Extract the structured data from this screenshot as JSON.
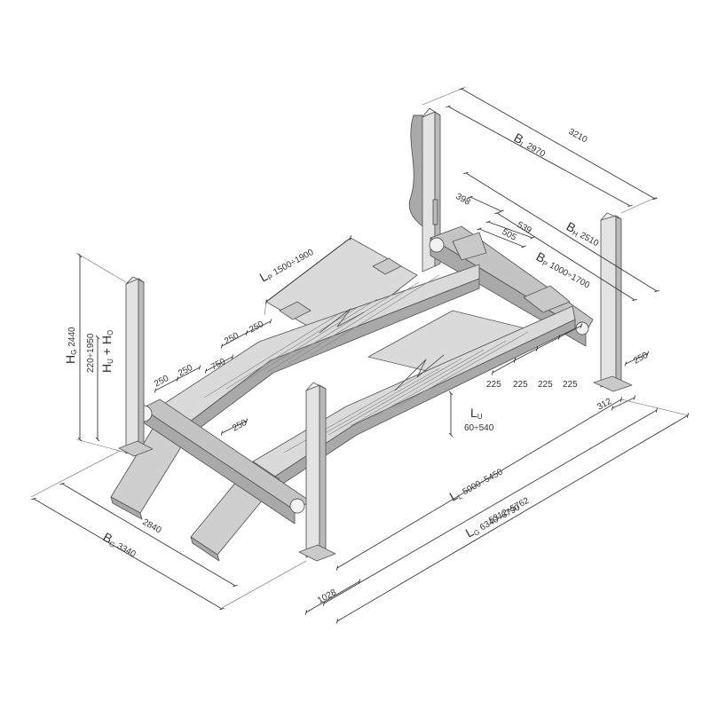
{
  "labels": {
    "bl": {
      "main": "B",
      "sub": "L",
      "value": "2970"
    },
    "overall_width": "3210",
    "bh": {
      "main": "B",
      "sub": "H",
      "value": "2510"
    },
    "bp": {
      "main": "B",
      "sub": "P",
      "value": "1000÷1700"
    },
    "lp": {
      "main": "L",
      "sub": "P",
      "value": "1500÷1900"
    },
    "d398": "398",
    "d539": "539",
    "d505": "505",
    "hg": {
      "main": "H",
      "sub": "G",
      "value": "2440"
    },
    "hu": {
      "main": "H",
      "sub1": "U",
      "plus": " + H",
      "sub2": "O"
    },
    "hu_range": "220÷1950",
    "d250_a": "250",
    "d250_b": "250",
    "d750": "750",
    "d250_c": "250",
    "d250_d": "250",
    "d250_e": "250",
    "d225_a": "225",
    "d225_b": "225",
    "d225_c": "225",
    "d225_d": "225",
    "lu": {
      "main": "L",
      "sub": "U",
      "value": "60÷540"
    },
    "d250_right": "250",
    "d312": "312",
    "ll": {
      "main": "L",
      "sub": "L",
      "value": "5000÷5450"
    },
    "l_mid": "5312÷5762",
    "lg": {
      "main": "L",
      "sub": "G",
      "value": "6340÷6790"
    },
    "d2840": "2840",
    "bg": {
      "main": "B",
      "sub": "G",
      "value": "3340"
    },
    "d1028": "1028"
  }
}
